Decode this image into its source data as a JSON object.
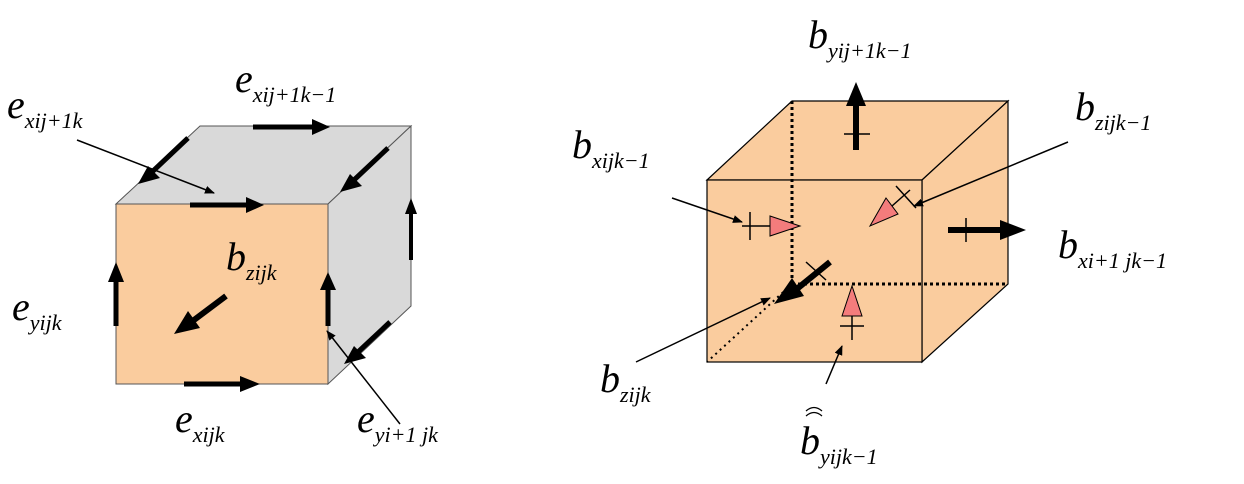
{
  "left_figure": {
    "face_colors": {
      "front": "#FACC9E",
      "side": "#D9D9D9",
      "top": "#D9D9D9"
    },
    "labels": {
      "e_x_top_back": {
        "main": "e",
        "sub": "xij+1k−1"
      },
      "e_x_top_front": {
        "main": "e",
        "sub": "xij+1k"
      },
      "b_z_center": {
        "main": "b",
        "sub": "zijk"
      },
      "e_y_left": {
        "main": "e",
        "sub": "yijk"
      },
      "e_x_bottom": {
        "main": "e",
        "sub": "xijk"
      },
      "e_y_right": {
        "main": "e",
        "sub": "yi+1 jk"
      }
    }
  },
  "right_figure": {
    "face_color": "#FACC9E",
    "arrow_fill": "#F47C7C",
    "labels": {
      "b_y_top": {
        "main": "b",
        "sub": "yij+1k−1"
      },
      "b_x_left": {
        "main": "b",
        "sub": "xijk−1"
      },
      "b_z_right": {
        "main": "b",
        "sub": "zijk−1"
      },
      "b_x_right": {
        "main": "b",
        "sub": "xi+1 jk−1"
      },
      "b_z_bottom": {
        "main": "b",
        "sub": "zijk"
      },
      "b_y_bottom": {
        "main": "b",
        "sub": "yijk−1"
      }
    }
  }
}
